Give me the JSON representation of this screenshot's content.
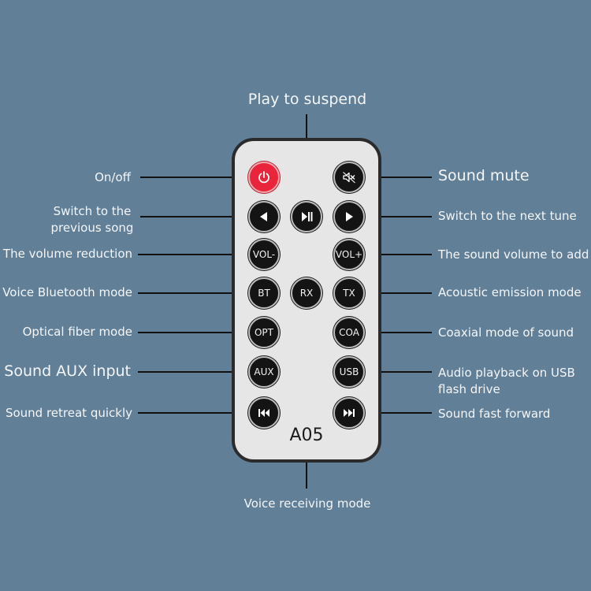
{
  "top_label": "Play to suspend",
  "bottom_label": "Voice receiving mode",
  "model": "A05",
  "left_labels": {
    "on_off": "On/off",
    "prev_song_1": "Switch to the",
    "prev_song_2": "previous song",
    "vol_down": "The volume reduction",
    "bt": "Voice Bluetooth mode",
    "opt": "Optical fiber mode",
    "aux": "Sound AUX input",
    "rewind": "Sound retreat quickly"
  },
  "right_labels": {
    "mute": "Sound mute",
    "next": "Switch to the next tune",
    "vol_up": "The sound volume to add",
    "tx": "Acoustic emission mode",
    "coa": "Coaxial mode of sound",
    "usb_1": "Audio playback on USB",
    "usb_2": "flash drive",
    "ff": "Sound fast forward"
  },
  "buttons": {
    "vol_down": "VOL-",
    "vol_up": "VOL+",
    "bt": "BT",
    "rx": "RX",
    "tx": "TX",
    "opt": "OPT",
    "coa": "COA",
    "aux": "AUX",
    "usb": "USB"
  },
  "icons": {
    "power": "power-icon",
    "mute": "mute-icon",
    "prev": "prev-icon",
    "play_pause": "play-pause-icon",
    "next": "next-icon",
    "rewind": "rewind-icon",
    "fast_forward": "fast-forward-icon"
  },
  "colors": {
    "background": "#617f97",
    "power_button": "#e8253a",
    "button": "#141414",
    "remote_body": "#e6e6e6"
  }
}
